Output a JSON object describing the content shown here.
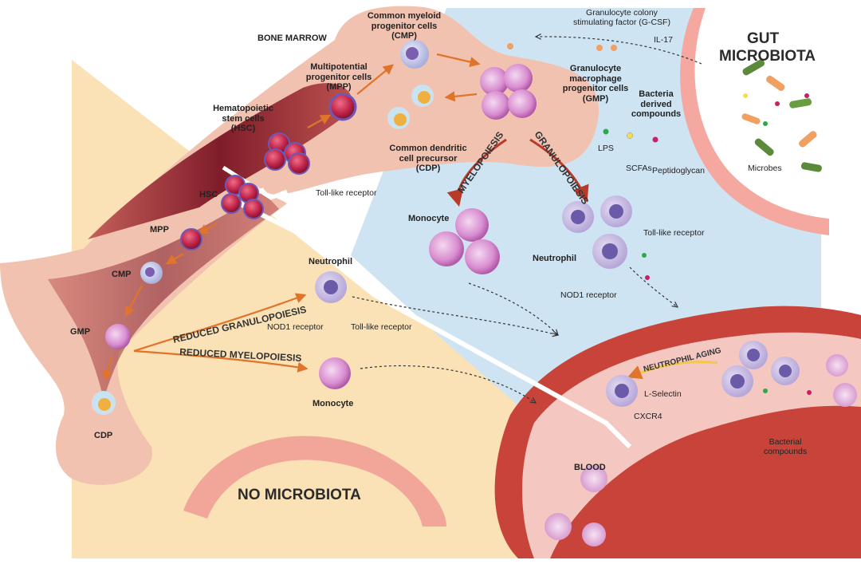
{
  "regions": {
    "bone_marrow": "BONE MARROW",
    "gut_microbiota": "GUT MICROBIOTA",
    "no_microbiota": "NO MICROBIOTA",
    "blood": "BLOOD"
  },
  "top_cells": {
    "cmp": "Common myeloid progenitor cells (CMP)",
    "mpp": "Multipotential progenitor cells (MPP)",
    "hsc": "Hematopoietic stem cells (HSC)",
    "gmp": "Granulocyte macrophage progenitor cells (GMP)",
    "cdp": "Common dendritic cell precursor (CDP)",
    "tlr": "Toll-like receptor"
  },
  "gut": {
    "gcsf": "Granulocyte colony stimulating factor (G-CSF)",
    "il17": "IL-17",
    "bacteria_compounds": "Bacteria derived compounds",
    "lps": "LPS",
    "scfas": "SCFAs",
    "peptidoglycan": "Peptidoglycan",
    "microbes": "Microbes"
  },
  "outcomes": {
    "myelopoiesis": "MYELOPOIESIS",
    "granulopoiesis": "GRANULOPOIESIS",
    "monocyte": "Monocyte",
    "neutrophil": "Neutrophil",
    "tlr": "Toll-like receptor",
    "nod1": "NOD1 receptor"
  },
  "lower_bone": {
    "hsc": "HSC",
    "mpp": "MPP",
    "cmp": "CMP",
    "gmp": "GMP",
    "cdp": "CDP",
    "reduced_granulopoiesis": "REDUCED GRANULOPOIESIS",
    "reduced_myelopoiesis": "REDUCED MYELOPOIESIS",
    "neutrophil": "Neutrophil",
    "monocyte": "Monocyte",
    "nod1": "NOD1 receptor",
    "tlr": "Toll-like receptor"
  },
  "blood": {
    "neutrophil_aging": "NEUTROPHIL AGING",
    "l_selectin": "L-Selectin",
    "cxcr4": "CXCR4",
    "bacterial_compounds": "Bacterial compounds"
  },
  "colors": {
    "gut_bg": "#cfe4f3",
    "no_microbiota_bg": "#fbe2b6",
    "bone": "#f2c2b0",
    "marrow": "#8a1d2a",
    "vessel": "#c8443a",
    "arrow": "#e0742a",
    "neutrophil": "#8f7fc1"
  }
}
